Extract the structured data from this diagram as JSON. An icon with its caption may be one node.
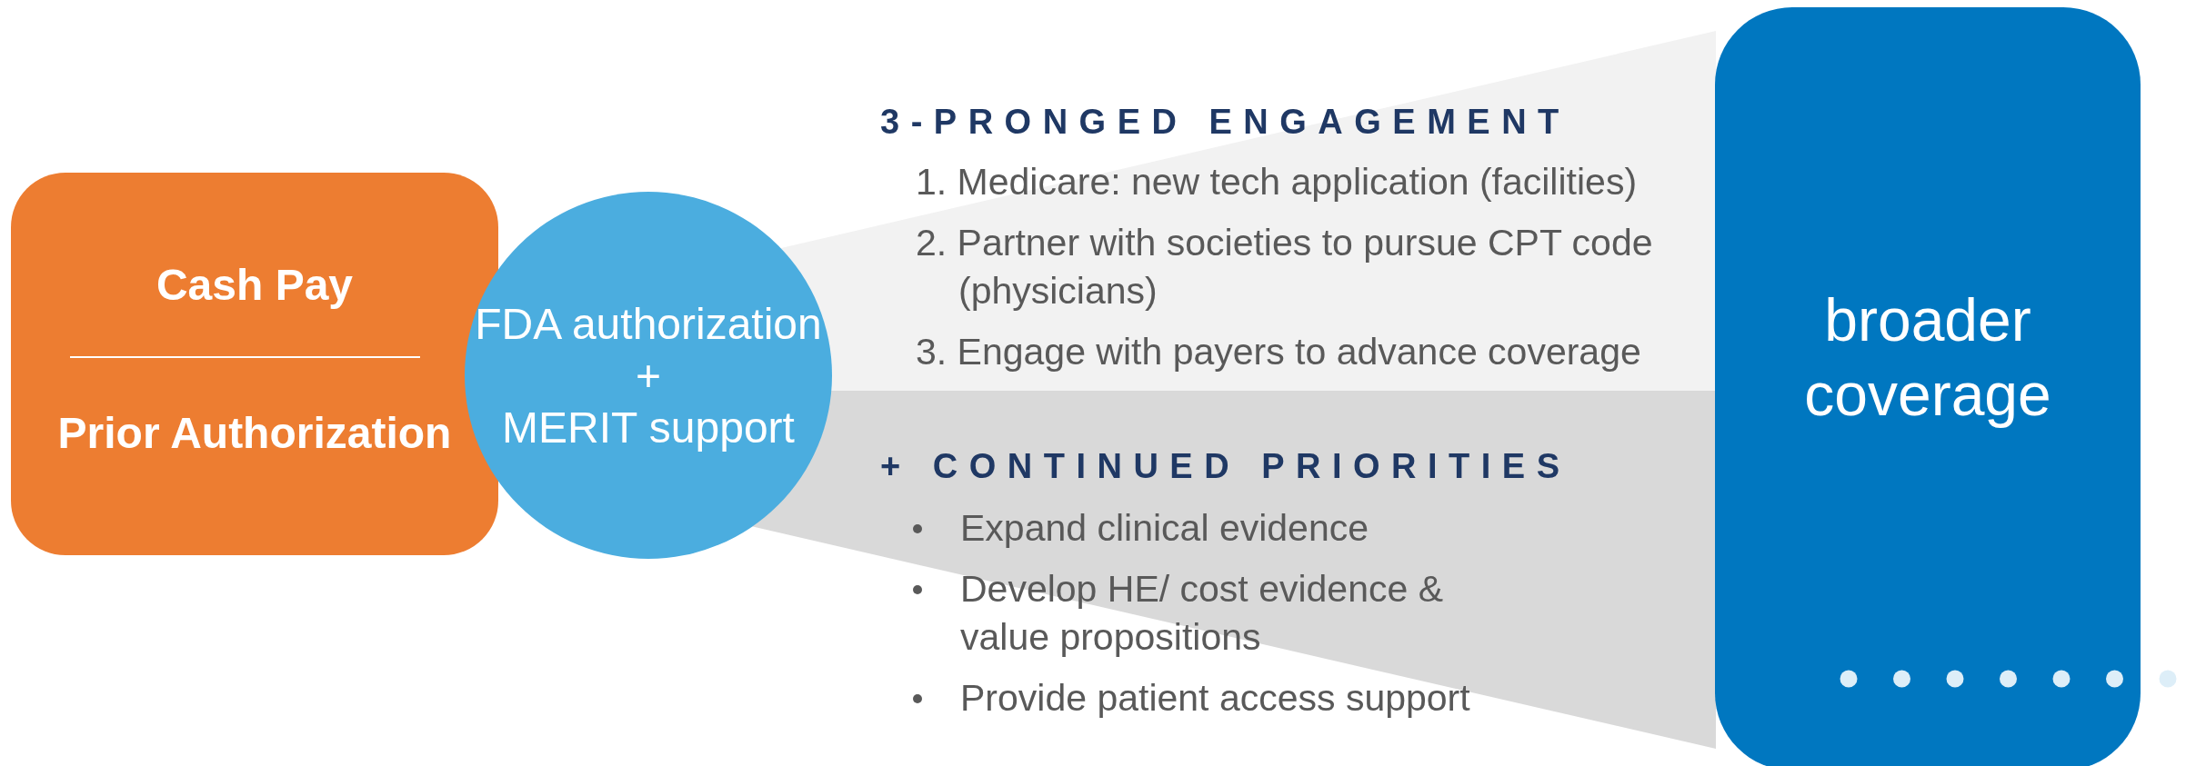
{
  "diagram": {
    "nodes": [
      {
        "text": [
          "Cash Pay",
          "Prior Authorization"
        ]
      },
      {
        "text": [
          "FDA authorization",
          "+",
          "MERIT support"
        ]
      },
      {
        "text": [
          "3-PRONGED ENGAGEMENT",
          "1. Medicare: new tech application (facilities)",
          "2. Partner with societies to pursue CPT code (physicians)",
          "3. Engage with payers to advance coverage"
        ]
      },
      {
        "text": [
          "+ CONTINUED PRIORITIES",
          "Expand clinical evidence",
          "Develop HE/ cost evidence & value propositions",
          "Provide patient access support"
        ]
      },
      {
        "text": [
          "broader coverage"
        ]
      }
    ]
  }
}
